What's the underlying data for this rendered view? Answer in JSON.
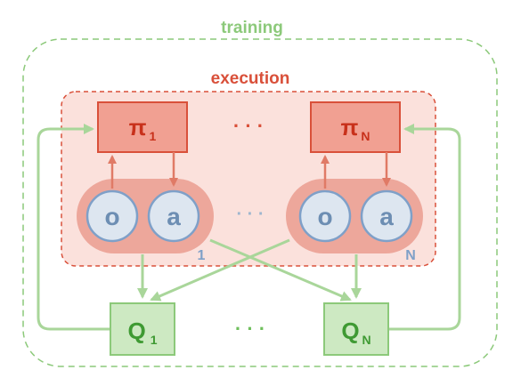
{
  "training_label": "training",
  "execution_label": "execution",
  "agent_1": {
    "policy_symbol": "π",
    "policy_sub": "1",
    "obs": "o",
    "act": "a",
    "index": "1",
    "critic_symbol": "Q",
    "critic_sub": "1"
  },
  "agent_n": {
    "policy_symbol": "π",
    "policy_sub": "N",
    "obs": "o",
    "act": "a",
    "index": "N",
    "critic_symbol": "Q",
    "critic_sub": "N"
  },
  "ellipsis_red": "· · ·",
  "ellipsis_blue": "· · ·",
  "ellipsis_green": "· · ·",
  "colors": {
    "training": "#8cc97a",
    "execution": "#d9503a",
    "exec_fill": "#fbe1dc",
    "policy_fill": "#f1a092",
    "policy_stroke": "#d9503a",
    "pill_fill": "#eda79b",
    "circle_fill": "#dde6f0",
    "circle_stroke": "#7fa0c8",
    "circle_text": "#6d8eb3",
    "critic_fill": "#cde9c2",
    "critic_stroke": "#8cc97a",
    "critic_text": "#3f9a33",
    "green_line": "#a9d69a",
    "red_arrow": "#e07a66"
  }
}
